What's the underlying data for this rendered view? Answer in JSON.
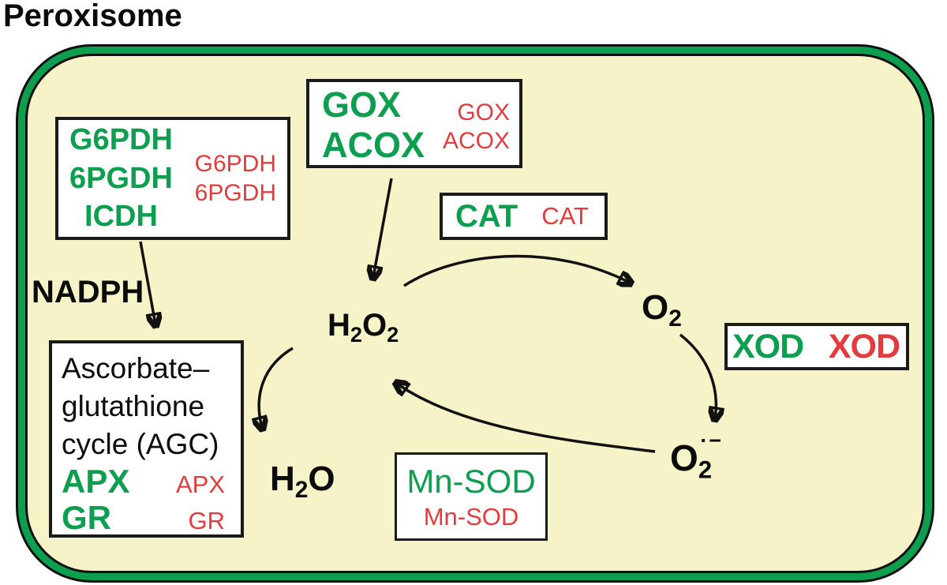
{
  "title": "Peroxisome",
  "colors": {
    "membrane_green": "#0d9e4f",
    "active_enzyme_green": "#0d9e4f",
    "inactivated_enzyme_red": "#e23c3e",
    "lumen_yellow": "#f6f3c8",
    "line_black": "#111111"
  },
  "boxes": {
    "dehydrogenases": {
      "green_items": [
        "G6PDH",
        "6PGDH",
        "ICDH"
      ],
      "red_items": [
        "G6PDH",
        "6PGDH"
      ]
    },
    "oxidases": {
      "green_items": [
        "GOX",
        "ACOX"
      ],
      "red_items": [
        "GOX",
        "ACOX"
      ]
    },
    "catalase": {
      "green": "CAT",
      "red": "CAT"
    },
    "xanthine_oxidase": {
      "green": "XOD",
      "red": "XOD"
    },
    "mn_sod": {
      "green": "Mn-SOD",
      "red": "Mn-SOD"
    },
    "agc": {
      "title_lines": [
        "Ascorbate–",
        "glutathione",
        "cycle (AGC)"
      ],
      "rows": [
        {
          "green": "APX",
          "red": "APX"
        },
        {
          "green": "GR",
          "red": "GR"
        }
      ]
    }
  },
  "labels": {
    "nadph": "NADPH",
    "h2o2": {
      "p1": "H",
      "s1": "2",
      "p2": "O",
      "s2": "2"
    },
    "o2": {
      "p1": "O",
      "s1": "2"
    },
    "superoxide": {
      "p1": "O",
      "s1": "2",
      "radical": "·−"
    },
    "h2o": {
      "p1": "H",
      "s1": "2",
      "p2": "O"
    }
  }
}
